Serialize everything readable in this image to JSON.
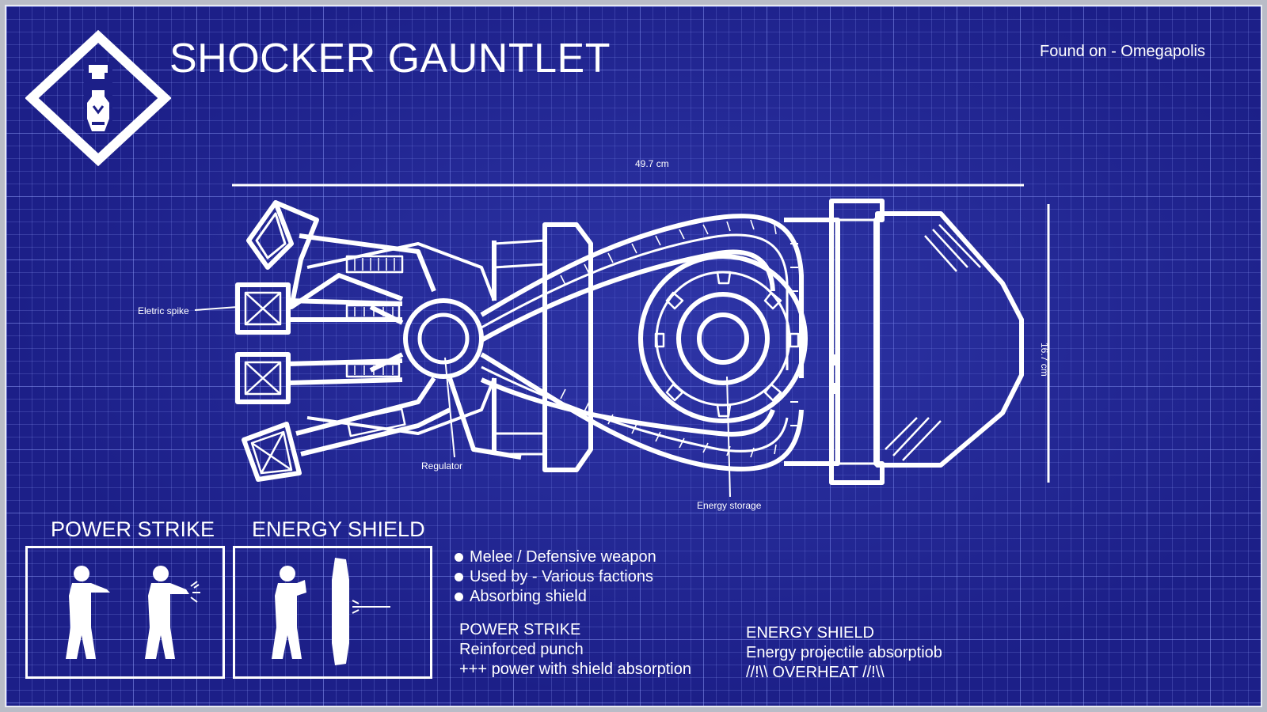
{
  "header": {
    "title": "SHOCKER GAUNTLET",
    "found_on": "Found on - Omegapolis",
    "logo_icon": "gauntlet-diamond-icon"
  },
  "blueprint": {
    "width_label": "49.7 cm",
    "height_label": "16.7 cm",
    "callouts": {
      "spike": "Eletric spike",
      "regulator": "Regulator",
      "energy": "Energy storage"
    }
  },
  "abilities": {
    "power_strike_title": "POWER STRIKE",
    "energy_shield_title": "ENERGY SHIELD"
  },
  "features": [
    "Melee / Defensive weapon",
    "Used by - Various factions",
    "Absorbing shield"
  ],
  "power_strike_desc": {
    "heading": "POWER STRIKE",
    "line1": "Reinforced punch",
    "line2": "+++ power with shield absorption"
  },
  "energy_shield_desc": {
    "heading": "ENERGY SHIELD",
    "line1": "Energy projectile absorptiob",
    "line2": "//!\\\\ OVERHEAT //!\\\\"
  },
  "colors": {
    "background": "#1c1f88",
    "lines": "#ffffff"
  }
}
